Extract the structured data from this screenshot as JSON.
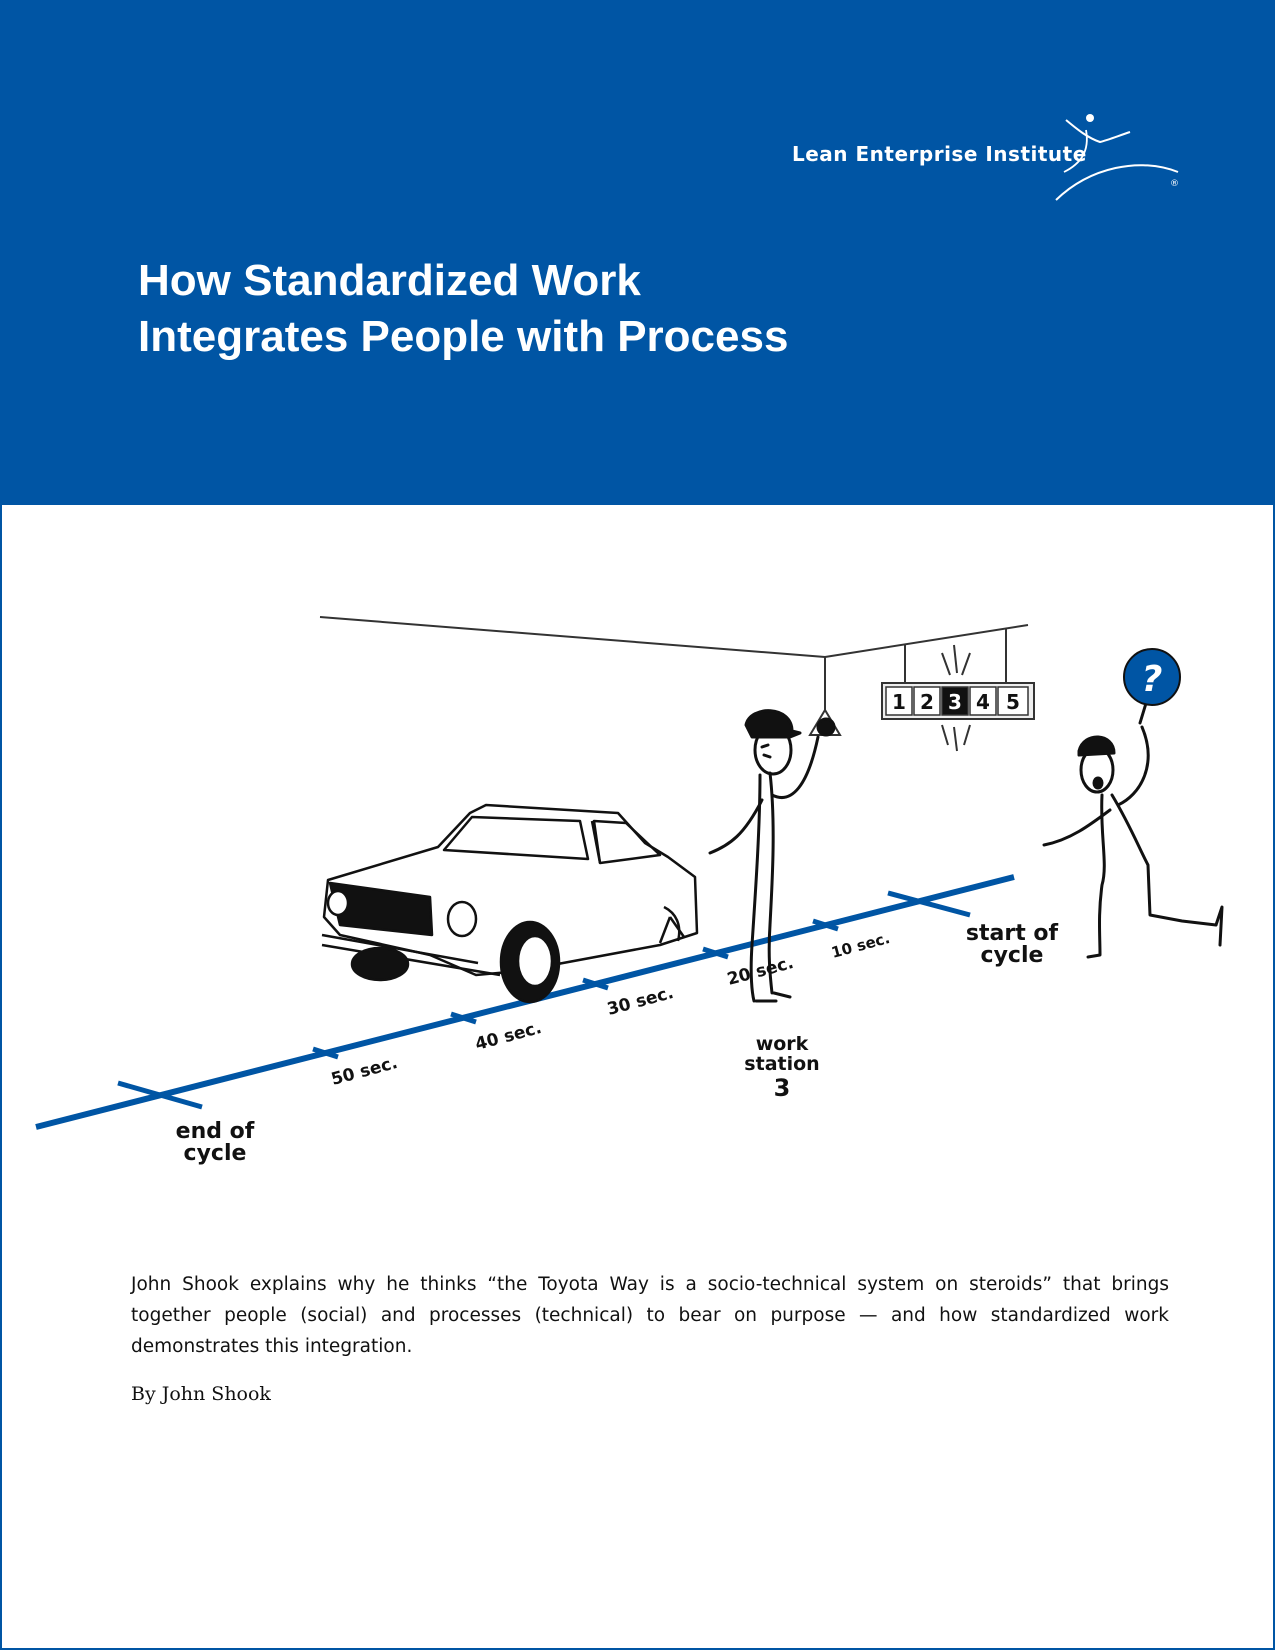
{
  "header": {
    "organization": "Lean Enterprise Institute",
    "trademark": "®",
    "title_line1": "How Standardized Work",
    "title_line2": "Integrates People with Process"
  },
  "illustration": {
    "andon_numbers": [
      "1",
      "2",
      "3",
      "4",
      "5"
    ],
    "andon_active": "3",
    "sign_symbol": "?",
    "timeline_marks": [
      "50 sec.",
      "40 sec.",
      "30 sec.",
      "20 sec.",
      "10 sec."
    ],
    "end_label": [
      "end of",
      "cycle"
    ],
    "start_label": [
      "start of",
      "cycle"
    ],
    "station_label": [
      "work",
      "station",
      "3"
    ]
  },
  "summary": "John Shook explains why he thinks “the Toyota Way is a socio-technical system on steroids” that brings together people (social) and processes (technical) to bear on purpose — and how standardized work demonstrates this integration.",
  "byline": "By John Shook",
  "colors": {
    "brand_blue": "#0055a4",
    "text": "#111111",
    "background": "#ffffff"
  }
}
